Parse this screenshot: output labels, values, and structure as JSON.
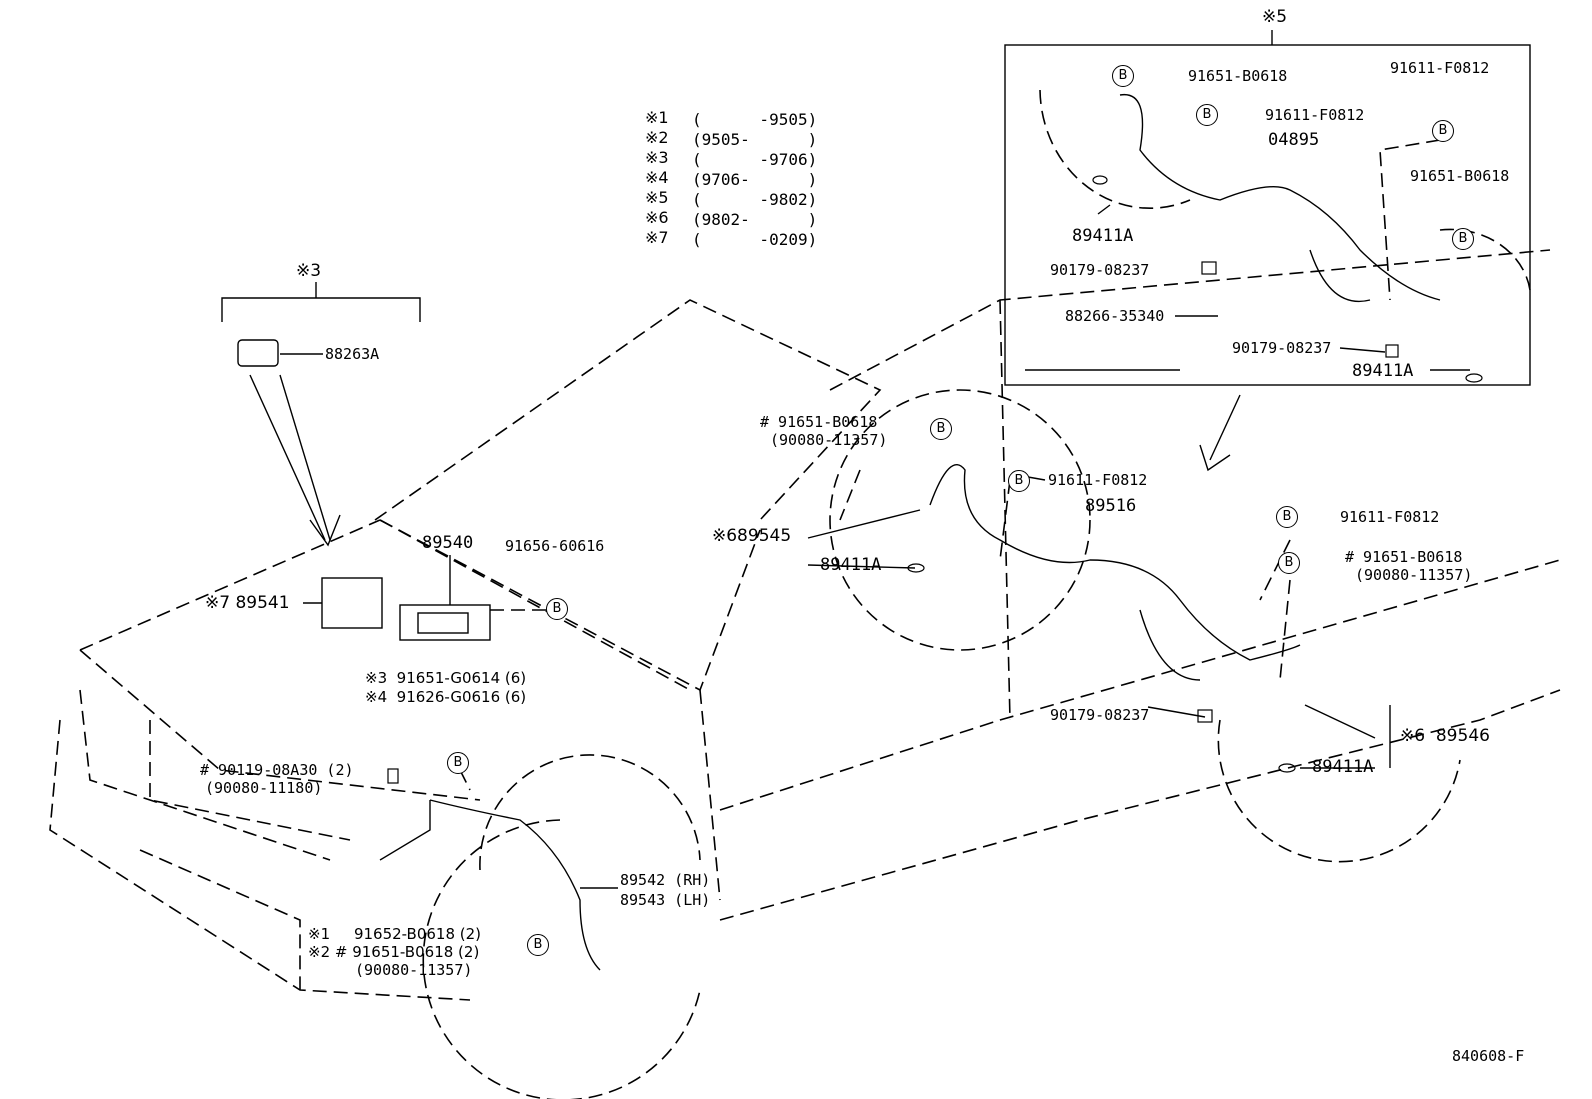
{
  "legend": [
    {
      "mark": "※1",
      "range": "(      -9505)"
    },
    {
      "mark": "※2",
      "range": "(9505-      )"
    },
    {
      "mark": "※3",
      "range": "(      -9706)"
    },
    {
      "mark": "※4",
      "range": "(9706-      )"
    },
    {
      "mark": "※5",
      "range": "(      -9802)"
    },
    {
      "mark": "※6",
      "range": "(9802-      )"
    },
    {
      "mark": "※7",
      "range": "(      -0209)"
    }
  ],
  "badge_letter": "B",
  "inset": {
    "title": "※5",
    "labels": {
      "bolt_top": "91651-B0618",
      "clip_top": "91611-F0812",
      "clip_right": "91611-F0812",
      "wire": "04895",
      "bolt_right": "91651-B0618",
      "oring_left": "89411A",
      "nut_left": "90179-08237",
      "bracket": "88266-35340",
      "nut_right": "90179-08237",
      "oring_right": "89411A"
    }
  },
  "group3": {
    "title": "※3",
    "part": "88263A"
  },
  "ecu": {
    "part": "89540",
    "bolt": "91656-60616",
    "relay": "※7 89541"
  },
  "front_bolts": {
    "line1": "※3  91651-G0614 (6)",
    "line2": "※4  91626-G0616 (6)"
  },
  "bracket_bolt": {
    "line1": "# 90119-08A30 (2)",
    "line2": "(90080-11180)"
  },
  "front_sensor": {
    "rh": "89542 (RH)",
    "lh": "89543 (LH)",
    "bolt1": "※1     91652-B0618 (2)",
    "bolt2": "※2 # 91651-B0618 (2)",
    "bolt3": "(90080-11357)"
  },
  "rear_main": {
    "bolt_a1": "# 91651-B0618",
    "bolt_a2": "(90080-11357)",
    "clip_a": "91611-F0812",
    "wire": "89516",
    "sensor_left": "※689545",
    "oring_left": "89411A",
    "clip_b": "91611-F0812",
    "bolt_b1": "# 91651-B0618",
    "bolt_b2": "(90080-11357)",
    "nut": "90179-08237",
    "sensor_right": "※6  89546",
    "oring_right": "89411A"
  },
  "figure_code": "840608-F"
}
